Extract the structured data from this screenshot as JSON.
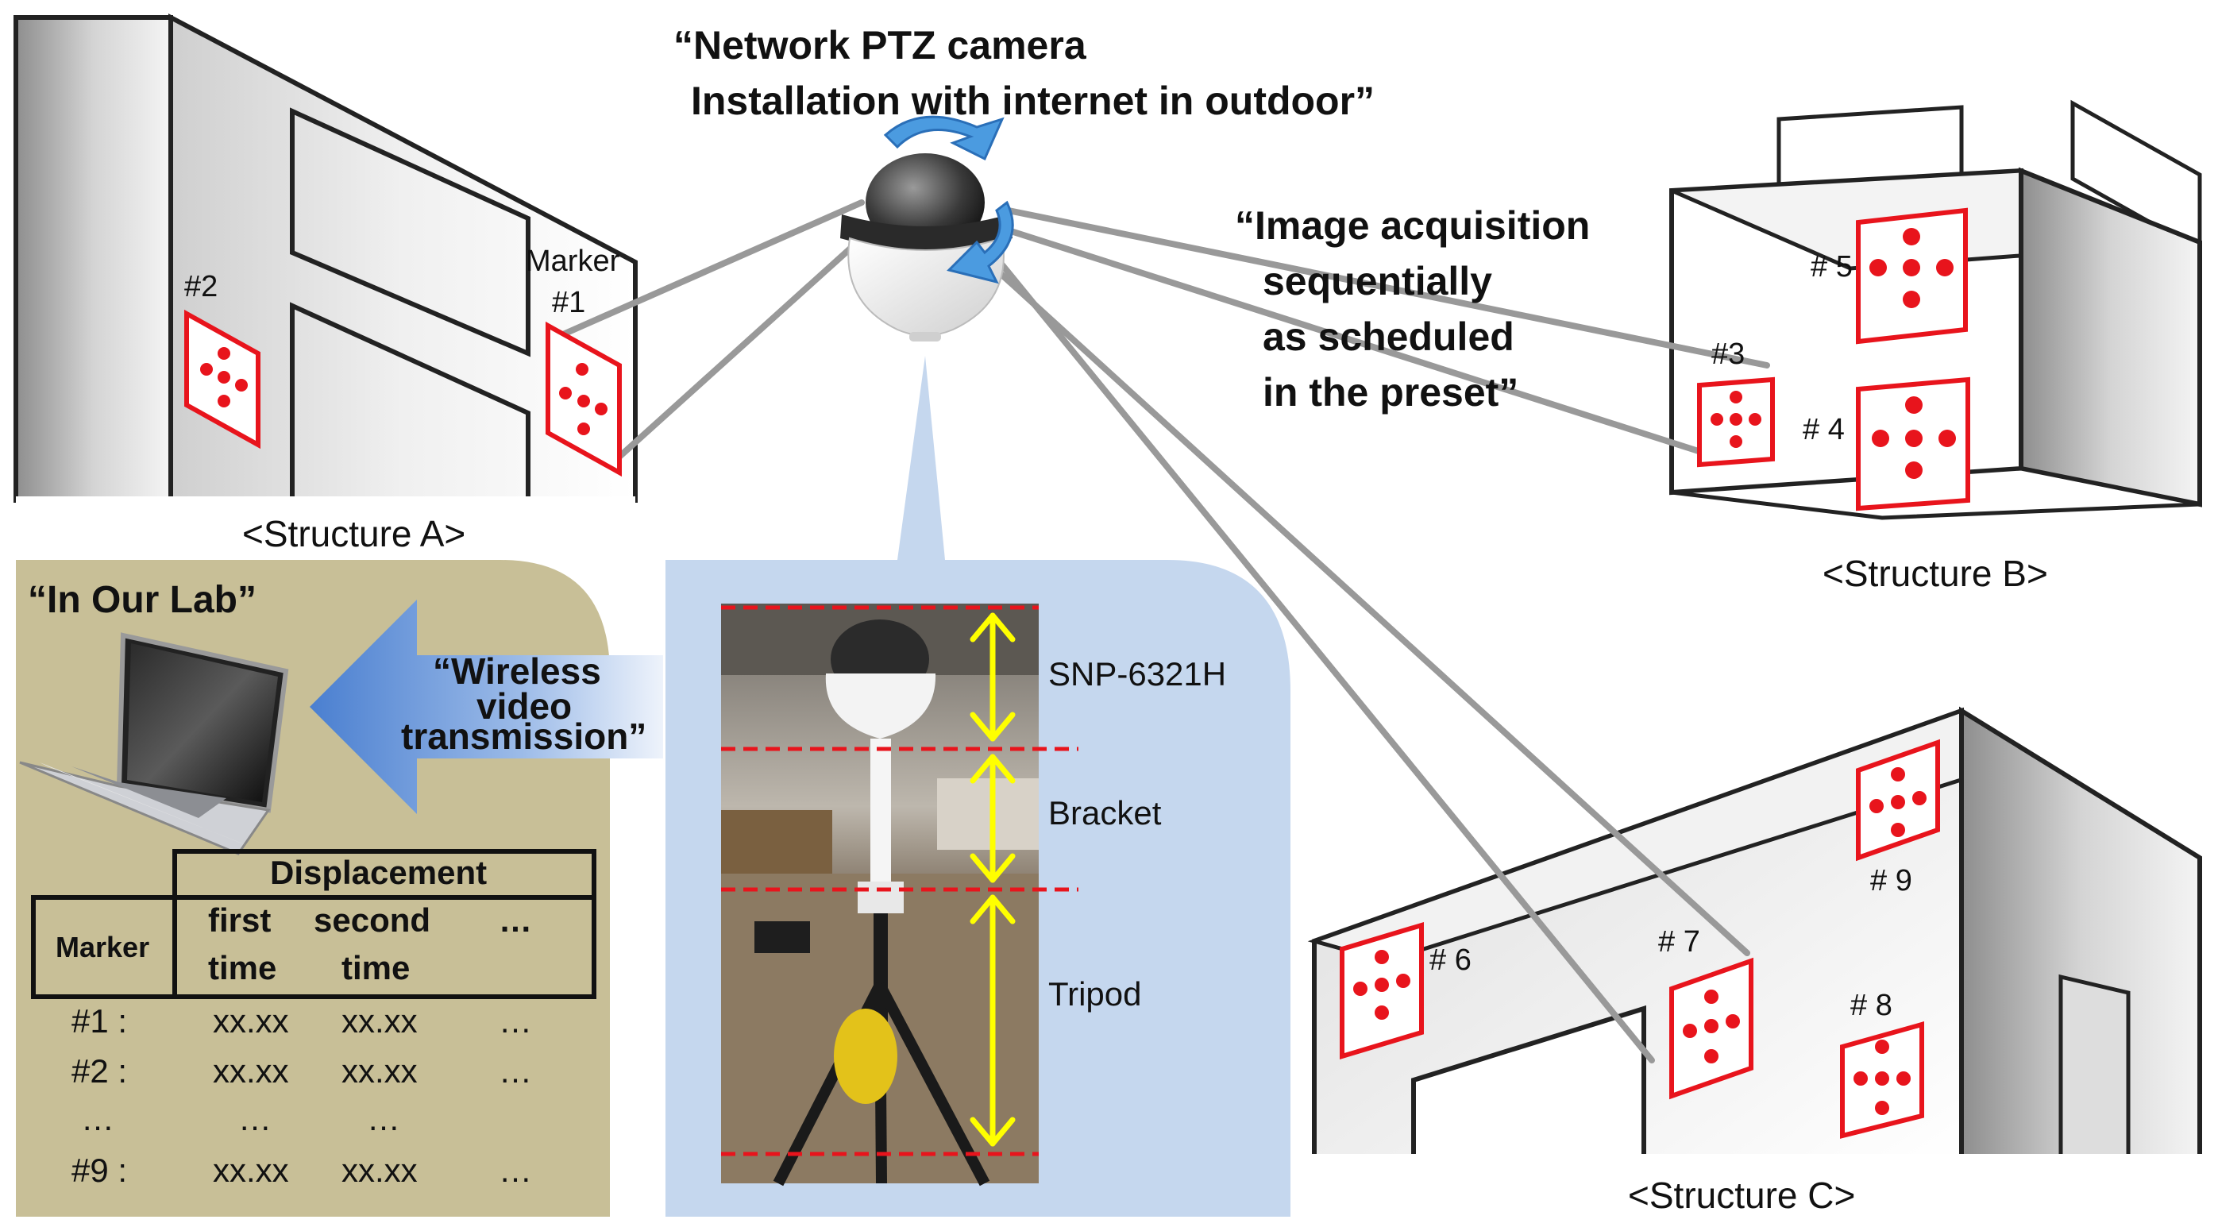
{
  "camera_title": {
    "line1": "“Network PTZ camera",
    "line2": "Installation with internet in outdoor”"
  },
  "acquisition_note": {
    "line1": "“Image acquisition",
    "line2": "sequentially",
    "line3": "as scheduled",
    "line4": "in the preset”"
  },
  "structures": {
    "a": "<Structure A>",
    "b": "<Structure B>",
    "c": "<Structure C>"
  },
  "markers": {
    "m1_word": "Marker",
    "m1": "#1",
    "m2": "#2",
    "m3": "#3",
    "m4": "# 4",
    "m5": "# 5",
    "m6": "# 6",
    "m7": "# 7",
    "m8": "# 8",
    "m9": "# 9"
  },
  "lab": {
    "title": "“In Our Lab”",
    "wireless": {
      "line1": "“Wireless",
      "line2": "video",
      "line3": "transmission”"
    },
    "table": {
      "group_header": "Displacement",
      "marker_header": "Marker",
      "col1_line1": "first",
      "col1_line2": "time",
      "col2_line1": "second",
      "col2_line2": "time",
      "col3": "…",
      "rows": [
        {
          "marker": "#1 :",
          "first": "xx.xx",
          "second": "xx.xx",
          "more": "…"
        },
        {
          "marker": "#2 :",
          "first": "xx.xx",
          "second": "xx.xx",
          "more": "…"
        },
        {
          "marker": "…",
          "first": "…",
          "second": "…",
          "more": ""
        },
        {
          "marker": "#9 :",
          "first": "xx.xx",
          "second": "xx.xx",
          "more": "…"
        }
      ]
    }
  },
  "setup": {
    "camera_model": "SNP-6321H",
    "bracket": "Bracket",
    "tripod": "Tripod"
  },
  "colors": {
    "marker_red": "#e8141c",
    "lab_panel": "#c8bf97",
    "setup_panel": "#c5d7ee",
    "measure_arrow": "#ffff00",
    "arrow_blue": "#5d8fd6"
  }
}
